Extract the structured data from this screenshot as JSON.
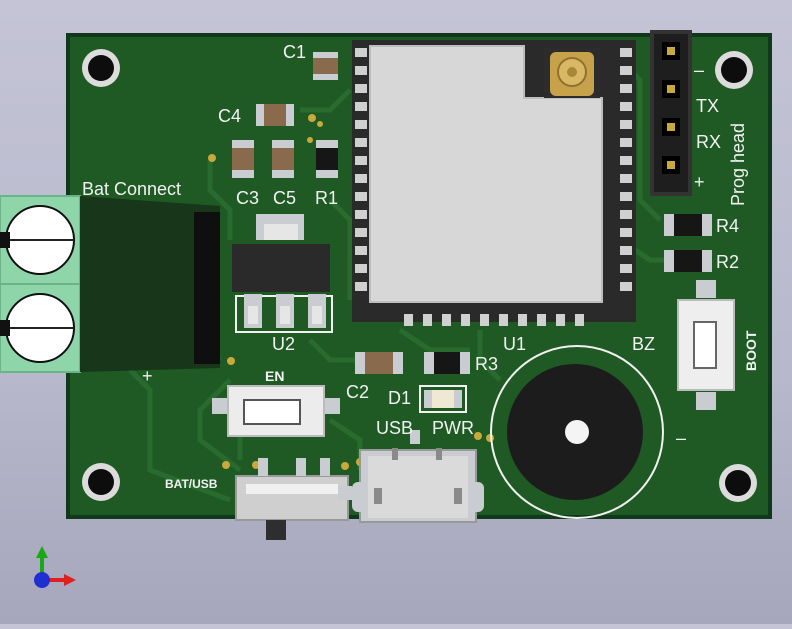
{
  "silkscreen": {
    "c1": "C1",
    "c4": "C4",
    "c3": "C3",
    "c5": "C5",
    "r1": "R1",
    "bat_connect": "Bat Connect",
    "u2": "U2",
    "en": "EN",
    "c2": "C2",
    "d1": "D1",
    "r3": "R3",
    "u1": "U1",
    "bz": "BZ",
    "boot": "BOOT",
    "usb": "USB",
    "pwr": "PWR",
    "bat_usb": "BAT/USB",
    "r4": "R4",
    "r2": "R2",
    "tx": "TX",
    "rx": "RX",
    "prog_head": "Prog head",
    "minus_header": "–",
    "plus_header": "+",
    "plus_bat": "+",
    "minus_buzzer": "–"
  },
  "colors": {
    "pcb": "#1f5a25",
    "pcb_edge": "#10381a",
    "silk": "#f2f2f2",
    "pad": "#c9ccd0",
    "terminal_block": "#8ed6a9",
    "module_shield": "#d7d7d7"
  },
  "icons": [
    "axis-gizmo-icon"
  ]
}
